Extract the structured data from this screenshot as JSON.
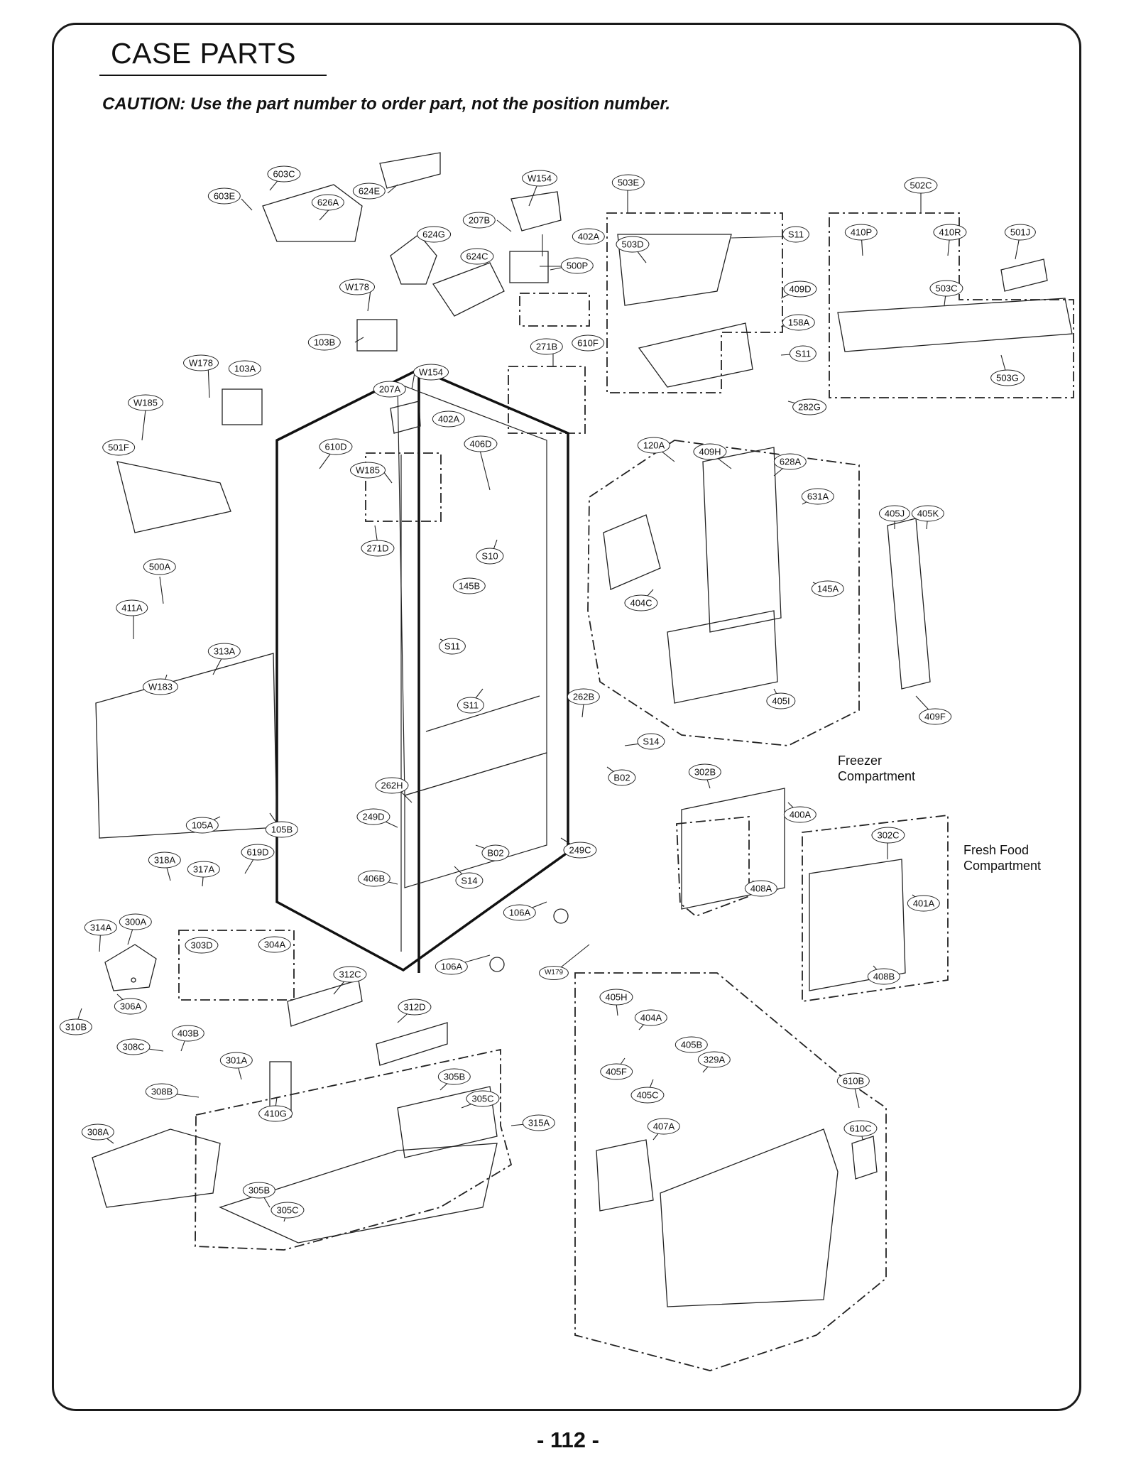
{
  "header": {
    "title": "CASE PARTS",
    "caution": "CAUTION: Use the part number to order part, not the position number."
  },
  "notes": {
    "freezer_line1": "Freezer",
    "freezer_line2": "Compartment",
    "fresh_line1": "Fresh Food",
    "fresh_line2": "Compartment"
  },
  "footer": {
    "page_number": "- 112 -"
  },
  "callouts": [
    "603C",
    "603E",
    "626A",
    "624E",
    "W154",
    "207B",
    "402A",
    "624G",
    "624C",
    "500P",
    "610F",
    "W178",
    "103B",
    "271B",
    "W178",
    "103A",
    "W154",
    "207A",
    "402A",
    "W185",
    "501F",
    "610D",
    "W185",
    "406D",
    "271D",
    "S10",
    "145B",
    "500A",
    "411A",
    "313A",
    "W183",
    "S11",
    "S11",
    "262B",
    "S14",
    "B02",
    "262H",
    "249D",
    "B02",
    "249C",
    "S14",
    "406B",
    "105A",
    "105B",
    "318A",
    "317A",
    "619D",
    "106A",
    "106A",
    "W179",
    "314A",
    "300A",
    "303D",
    "304A",
    "306A",
    "310B",
    "312C",
    "312D",
    "403B",
    "308C",
    "301A",
    "410G",
    "308B",
    "308A",
    "305B",
    "305C",
    "315A",
    "305B",
    "305C",
    "503E",
    "503D",
    "S11",
    "409D",
    "158A",
    "S11",
    "502C",
    "410P",
    "410R",
    "501J",
    "503C",
    "503G",
    "282G",
    "120A",
    "409H",
    "628A",
    "631A",
    "404C",
    "145A",
    "405I",
    "405J",
    "405K",
    "409F",
    "302B",
    "400A",
    "302C",
    "401A",
    "408A",
    "408B",
    "405H",
    "404A",
    "405B",
    "405F",
    "329A",
    "405C",
    "407A",
    "610B",
    "610C"
  ]
}
